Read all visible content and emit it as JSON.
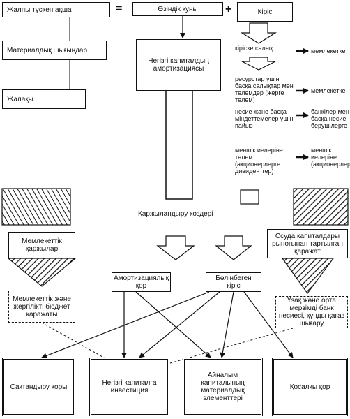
{
  "title": "Қаржыландыру көздері",
  "top": {
    "net_cash": "Жалпы түскен ақша",
    "equals": "=",
    "own_funds": "Өзіндік қуны",
    "plus": "+",
    "income": "Кіріс"
  },
  "left_items": [
    "Материалдық шығындар",
    "Жалақы"
  ],
  "depreciation": "Негізгі капиталдың амортизациясы",
  "income_flows": [
    {
      "text": "кіріске салық",
      "target": "мемлекетке"
    },
    {
      "text": "ресурстар үшін басқа салықтар мен төлемдер (жерге төлем)",
      "target": "мемлекетке"
    },
    {
      "text": "несие және басқа міндеттемелер үшін пайыз",
      "target": "банкілер мен басқа несие берушілерге"
    },
    {
      "text": "меншік иелеріне төлем (акционерлерге дивидентгер)",
      "target": "меншік иелеріне (акционерлерге)"
    }
  ],
  "state_funds": "Мемлекеттік қаржылар",
  "state_budget": "Мемлекеттік және жергілікті бюджет қаражаты",
  "loan_funds": "Ссуда капиталдары рыногынан тартылған қаражат",
  "loan_types": "Ұзақ және орта мерзімді банк несиесі, құнды қағаз шығару",
  "amort_fund": "Амортизациялық қор",
  "undistributed": "Бөлінбеген кіріс",
  "bottom": [
    "Сақтандыру қоры",
    "Негізгі капиталға инвестиция",
    "Айналым капиталының материалдық элементтері",
    "Қосалқы қор"
  ],
  "colors": {
    "line": "#111111",
    "background": "#ffffff"
  }
}
